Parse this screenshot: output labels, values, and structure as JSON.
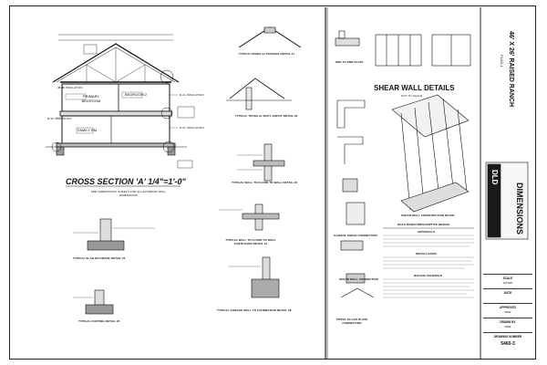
{
  "sheet": {
    "left_panel": {
      "cross_section_title": "CROSS SECTION 'A' 1/4\"=1'-0\"",
      "cross_section_note": "SEE 'DIMENSIONS' SHEETS FOR ALL EXTERIOR WALL DIMENSIONS",
      "rooms": [
        "PRIMARY BEDROOM",
        "BEDROOM 2",
        "FAMILY RM"
      ],
      "insulation_notes": [
        "R-49 INSULATION",
        "R-21 INSULATION",
        "R-30 INSULATION",
        "R-21 INSULATION"
      ],
      "details": [
        "TYPICAL RIDGE w/ TRUSSES DETAIL #1",
        "TYPICAL TRUSS w/ VINYL SOFFIT DETAIL #2",
        "TYPICAL WALL TO FLOOR TO WALL DETAIL #3",
        "TYPICAL WALL TO FLOOR TO WALL CANTILEVER DETAIL #4",
        "TYPICAL SLAB ON GRADE DETAIL #5",
        "TYPICAL FOOTING DETAIL #6",
        "TYPICAL GARAGE WALL TO FOUNDATION DETAIL #8"
      ]
    },
    "right_panel": {
      "shear_wall_title": "SHEAR WALL DETAILS",
      "not_to_scale": "NOT TO SCALE",
      "details": [
        "END TO END PLATE",
        "SHEAR WALL CONSTRUCTION DETAIL",
        "SHEAR WALL CONNECTION",
        "TRUSS TO CAP PLATE CONNECTION",
        "GARAGE SHEAR CONNECTION"
      ],
      "notes_titles": [
        "HOLD DOWN PRESCRIPTIVE DESIGN",
        "APPROVALS",
        "INSTALLATION",
        "NAILING SCHEDULE"
      ]
    },
    "title_block": {
      "project_title": "46' X 26' RAISED RANCH",
      "project_sub": "PLAN 1",
      "firm_name": "DIMENSIONS",
      "firm_logo": "DLD",
      "fields": [
        {
          "key": "SCALE",
          "value": "NOTED"
        },
        {
          "key": "DATE",
          "value": ""
        },
        {
          "key": "APPROVED",
          "value": "DWE"
        },
        {
          "key": "DRAWN BY",
          "value": "DWE"
        },
        {
          "key": "DRAWING NUMBER",
          "value": "5460-3"
        }
      ]
    }
  }
}
